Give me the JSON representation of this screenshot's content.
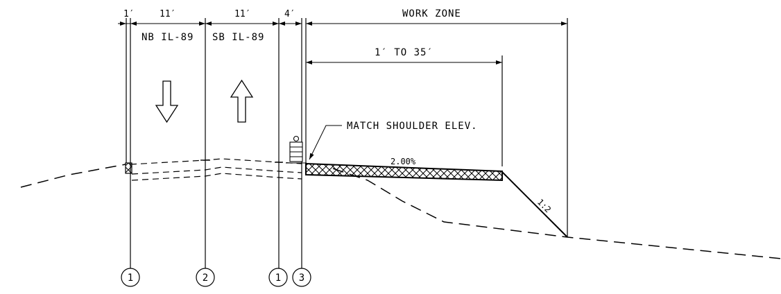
{
  "dimensions": {
    "shoulder_left": "1′",
    "lane_nb": "11′",
    "lane_sb": "11′",
    "shoulder_right": "4′",
    "work_zone": "WORK ZONE",
    "widening": "1′ TO 35′"
  },
  "lanes": {
    "nb_label": "NB IL-89",
    "sb_label": "SB IL-89",
    "nb_arrow_icon": "arrow-down-icon",
    "sb_arrow_icon": "arrow-up-icon"
  },
  "callouts": {
    "match_shoulder": "MATCH SHOULDER ELEV.",
    "cross_slope": "2.00%",
    "side_slope": "1:2"
  },
  "bubbles": [
    "1",
    "2",
    "1",
    "3"
  ],
  "device_icon": "traffic-drum-icon"
}
